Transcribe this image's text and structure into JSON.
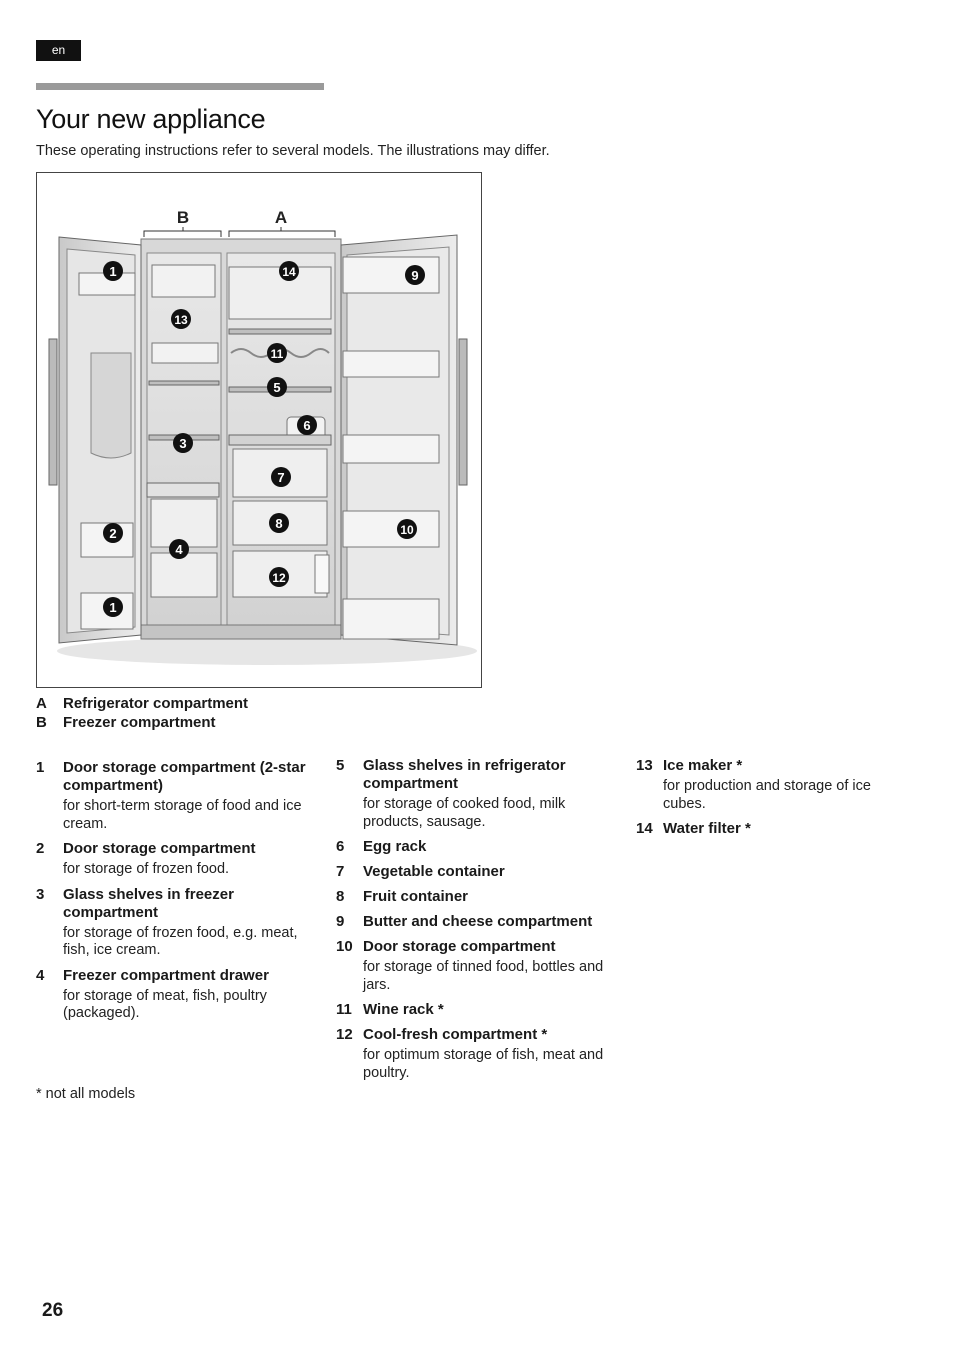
{
  "header": {
    "lang": "en"
  },
  "title": "Your new appliance",
  "intro": "These operating instructions refer to several models. The illustrations may differ.",
  "figure": {
    "labels": {
      "b": "B",
      "a": "A"
    },
    "callouts": [
      "1",
      "14",
      "9",
      "13",
      "11",
      "5",
      "6",
      "3",
      "7",
      "2",
      "8",
      "10",
      "4",
      "12",
      "1"
    ]
  },
  "compartments": [
    {
      "key": "A",
      "label": "Refrigerator compartment"
    },
    {
      "key": "B",
      "label": "Freezer compartment"
    }
  ],
  "columns": [
    [
      {
        "num": "1",
        "title": "Door storage compartment (2-star compartment)",
        "desc": "for short-term storage of food and ice cream."
      },
      {
        "num": "2",
        "title": "Door storage compartment",
        "desc": "for storage of frozen food."
      },
      {
        "num": "3",
        "title": "Glass shelves in freezer compartment",
        "desc": "for storage of frozen food, e.g. meat, fish, ice cream."
      },
      {
        "num": "4",
        "title": "Freezer compartment drawer",
        "desc": "for storage of meat, fish, poultry (packaged)."
      }
    ],
    [
      {
        "num": "5",
        "title": "Glass shelves in refrigerator compartment",
        "desc": "for storage of cooked food, milk products, sausage."
      },
      {
        "num": "6",
        "title": "Egg rack",
        "desc": ""
      },
      {
        "num": "7",
        "title": "Vegetable container",
        "desc": ""
      },
      {
        "num": "8",
        "title": "Fruit container",
        "desc": ""
      },
      {
        "num": "9",
        "title": "Butter and cheese compartment",
        "desc": ""
      },
      {
        "num": "10",
        "title": "Door storage compartment",
        "desc": "for storage of tinned food, bottles and jars."
      },
      {
        "num": "11",
        "title": "Wine rack *",
        "desc": ""
      },
      {
        "num": "12",
        "title": "Cool-fresh compartment *",
        "desc": "for optimum storage of fish, meat and poultry."
      }
    ],
    [
      {
        "num": "13",
        "title": "Ice maker *",
        "desc": "for production and storage of ice cubes."
      },
      {
        "num": "14",
        "title": "Water filter *",
        "desc": ""
      }
    ]
  ],
  "footnote": "*   not all models",
  "page_number": "26"
}
